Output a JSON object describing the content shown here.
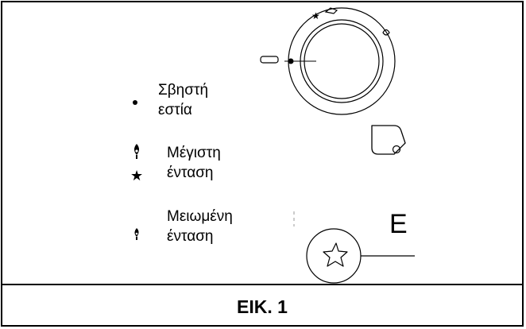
{
  "legend": {
    "off": {
      "line1": "Σβηστή",
      "line2": "εστία",
      "icon": "dot-icon"
    },
    "max": {
      "line1": "Μέγιστη",
      "line2": "ένταση",
      "icon": "flame-star-icon"
    },
    "reduced": {
      "line1": "Μειωμένη",
      "line2": "ένταση",
      "icon": "small-flame-icon"
    }
  },
  "dial": {
    "icon": "control-knob-icon"
  },
  "ignition": {
    "letter": "E",
    "icon": "spark-star-icon"
  },
  "indicator": {
    "icon": "rounded-indicator-icon"
  },
  "caption": "EIK. 1"
}
